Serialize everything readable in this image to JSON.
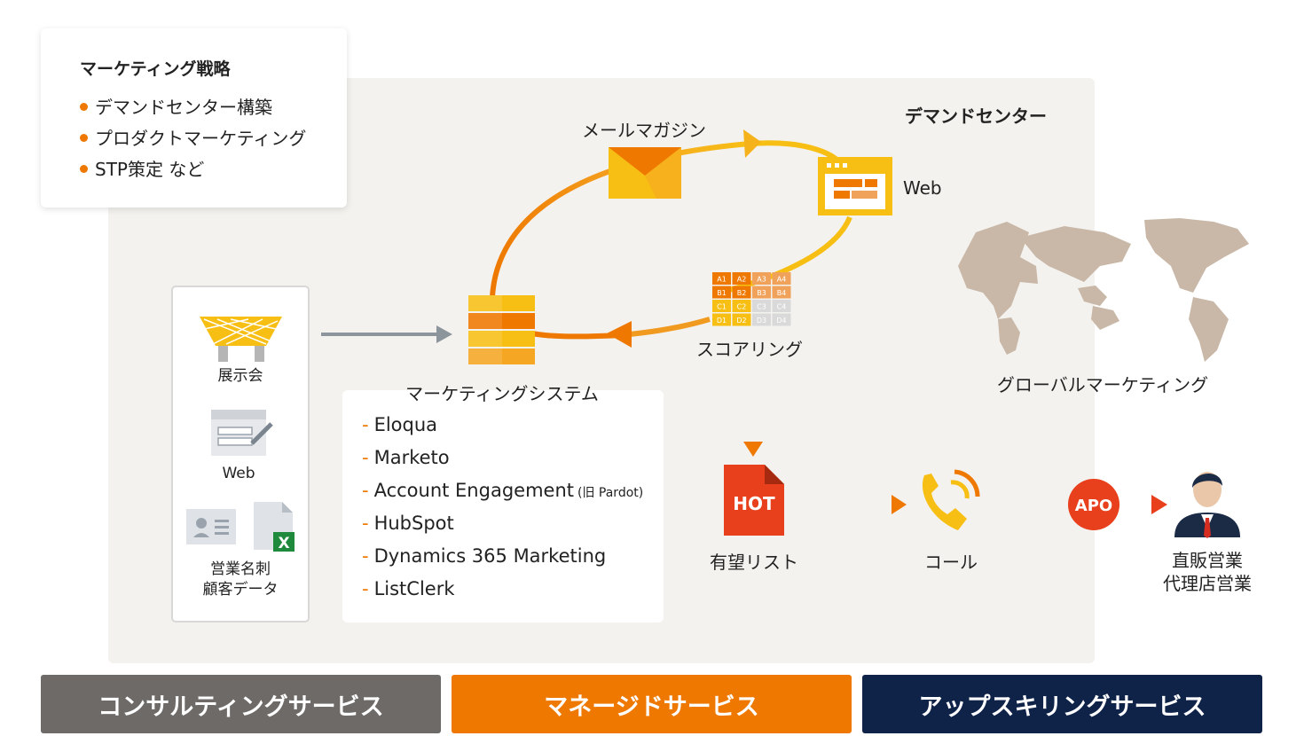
{
  "strategy": {
    "title": "マーケティング戦略",
    "items": [
      "デマンドセンター構築",
      "プロダクトマーケティング",
      "STP策定 など"
    ]
  },
  "demand_center": {
    "title": "デマンドセンター"
  },
  "flow": {
    "mail_magazine": "メールマガジン",
    "web": "Web",
    "scoring": "スコアリング",
    "marketing_system": "マーケティングシステム",
    "global_marketing": "グローバルマーケティング",
    "hot_badge": "HOT",
    "prospect_list": "有望リスト",
    "call": "コール",
    "apo_badge": "APO",
    "sales_line1": "直販営業",
    "sales_line2": "代理店営業"
  },
  "sources": {
    "exhibition": "展示会",
    "web": "Web",
    "cards_line1": "営業名刺",
    "cards_line2": "顧客データ"
  },
  "scoring_grid": [
    [
      "A1",
      "A2",
      "A3",
      "A4"
    ],
    [
      "B1",
      "B2",
      "B3",
      "B4"
    ],
    [
      "C1",
      "C2",
      "C3",
      "C4"
    ],
    [
      "D1",
      "D2",
      "D3",
      "D4"
    ]
  ],
  "systems": [
    {
      "name": "Eloqua",
      "note": ""
    },
    {
      "name": "Marketo",
      "note": ""
    },
    {
      "name": "Account Engagement",
      "note": "(旧 Pardot)"
    },
    {
      "name": "HubSpot",
      "note": ""
    },
    {
      "name": "Dynamics 365 Marketing",
      "note": ""
    },
    {
      "name": "ListClerk",
      "note": ""
    }
  ],
  "services": {
    "consulting": "コンサルティングサービス",
    "managed": "マネージドサービス",
    "upskilling": "アップスキリングサービス"
  },
  "colors": {
    "orange": "#ee7800",
    "yellow": "#f7bf14",
    "red": "#e8401c",
    "navy": "#0f2349",
    "gray": "#6e6a68",
    "map": "#c9b8a7"
  }
}
